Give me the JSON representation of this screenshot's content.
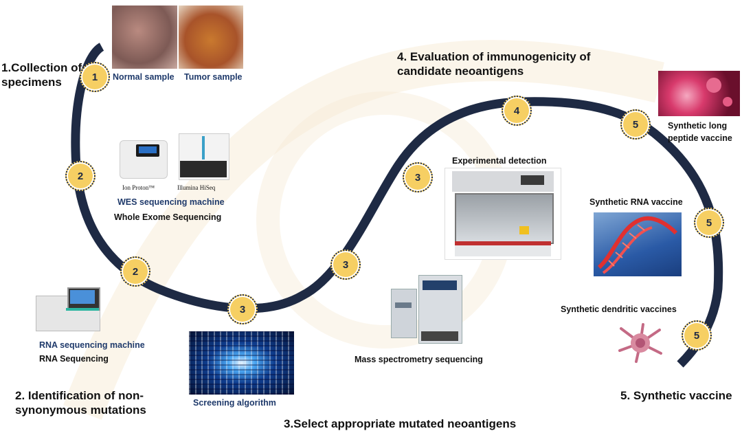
{
  "colors": {
    "curve": "#1e2a44",
    "node_fill": "#f6cf63",
    "label_navy": "#1f3a6b",
    "watermark": "#f7ecd8"
  },
  "steps": {
    "s1": "1.Collection of specimens",
    "s2": "2. Identification of non-synonymous mutations",
    "s3": "3.Select appropriate mutated neoantigens",
    "s4": "4. Evaluation of immunogenicity of candidate neoantigens",
    "s5": "5. Synthetic vaccine"
  },
  "nodes": [
    "1",
    "2",
    "2",
    "3",
    "3",
    "3",
    "4",
    "5",
    "5",
    "5"
  ],
  "labels": {
    "normal_sample": "Normal sample",
    "tumor_sample": "Tumor sample",
    "ion_proton": "Ion Proton™",
    "illumina_hiseq": "Illumina HiSeq",
    "wes_machine": "WES sequencing machine",
    "wes": "Whole Exome Sequencing",
    "rna_machine": "RNA sequencing machine",
    "rna_seq": "RNA Sequencing",
    "screening": "Screening algorithm",
    "mass_spec": "Mass spectrometry sequencing",
    "experimental": "Experimental detection",
    "slp_vaccine": "Synthetic long peptide vaccine",
    "rna_vaccine": "Synthetic RNA vaccine",
    "dendritic": "Synthetic dendritic vaccines"
  },
  "icons": [
    "specimen-photo",
    "sequencer-machine-icon",
    "binary-code-image",
    "mass-spectrometer-icon",
    "biosafety-cabinet-image",
    "virus-image",
    "rna-helix-image",
    "dendritic-cell-icon"
  ]
}
